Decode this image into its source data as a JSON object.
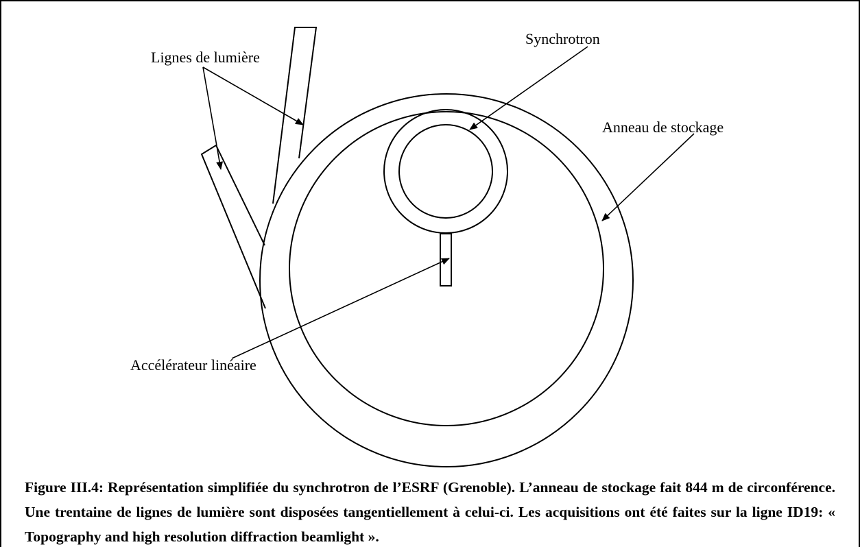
{
  "labels": {
    "synchrotron": "Synchrotron",
    "lignes_de_lumiere": "Lignes de lumière",
    "anneau_de_stockage": "Anneau de stockage",
    "accelerateur_lineaire": "Accélérateur linéaire"
  },
  "caption": "Figure III.4: Représentation simplifiée du synchrotron de l’ESRF (Grenoble). L’anneau de stockage fait 844 m de circonférence. Une trentaine de lignes de lumière sont disposées tangentiellement à celui-ci. Les acquisitions ont été faites sur la ligne ID19: « Topography and high resolution diffraction beamlight »."
}
